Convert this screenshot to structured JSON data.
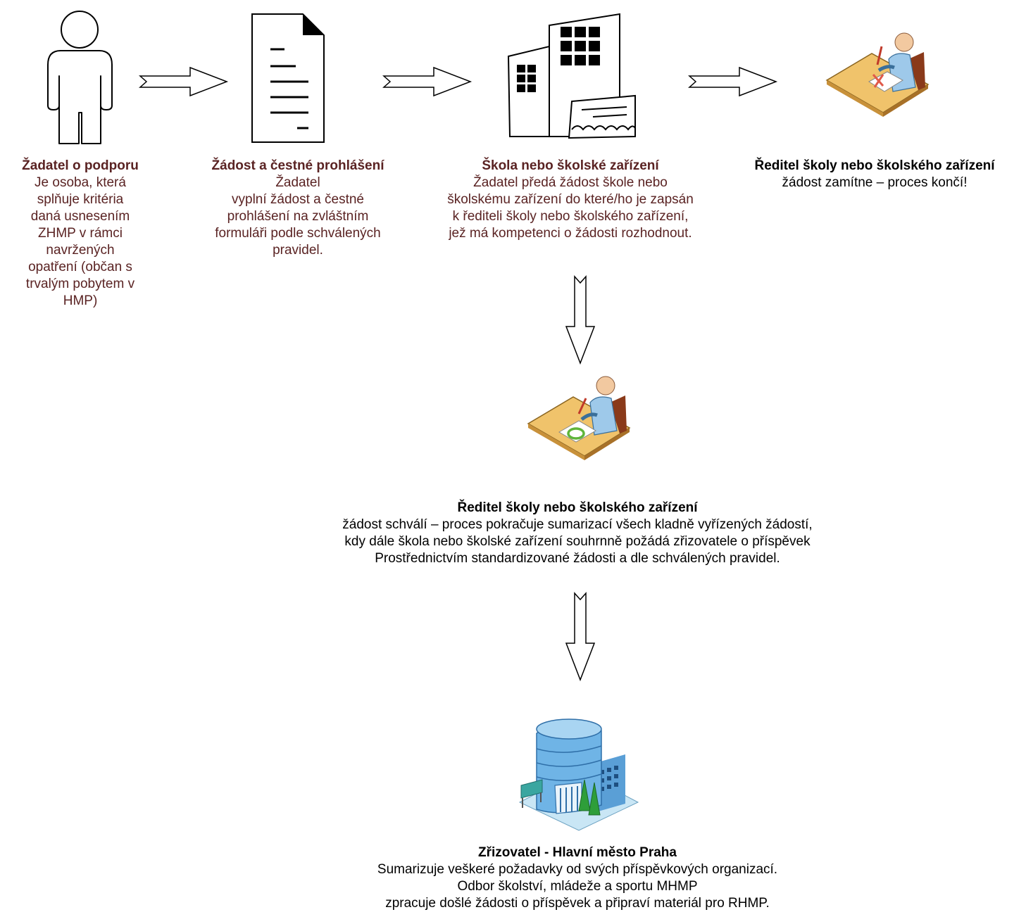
{
  "steps": [
    {
      "title": "Žadatel o podporu",
      "lines": [
        "Je osoba, která",
        "splňuje kritéria",
        "daná usnesením",
        "ZHMP v rámci",
        "navržených",
        "opatření (občan s",
        "trvalým pobytem v",
        "HMP)"
      ]
    },
    {
      "title": "Žádost a čestné prohlášení",
      "lines": [
        "Žadatel",
        "vyplní žádost a čestné",
        "prohlášení na zvláštním",
        "formuláři podle schválených",
        "pravidel."
      ]
    },
    {
      "title": "Škola nebo školské zařízení",
      "lines": [
        "Žadatel předá žádost škole nebo",
        "školskému zařízení do které/ho je zapsán",
        "k řediteli školy nebo školského zařízení,",
        "jež má kompetenci o žádosti rozhodnout."
      ]
    },
    {
      "title": "Ředitel školy nebo školského zařízení",
      "lines": [
        "žádost zamítne – proces končí!"
      ]
    },
    {
      "title": "Ředitel školy nebo školského zařízení",
      "lines": [
        "žádost schválí – proces pokračuje sumarizací  všech kladně vyřízených žádostí,",
        "kdy dále škola nebo školské zařízení  souhrnně požádá zřizovatele o příspěvek",
        "Prostřednictvím standardizované žádosti a dle schválených pravidel."
      ]
    },
    {
      "title": "Zřizovatel - Hlavní město Praha",
      "lines": [
        "Sumarizuje veškeré požadavky od svých příspěvkových organizací.",
        "Odbor školství, mládeže a sportu MHMP",
        "zpracuje došlé žádosti o příspěvek a připraví materiál pro RHMP."
      ]
    }
  ],
  "colors": {
    "maroon": "#5a2323",
    "desk": "#f0c36b",
    "shirt": "#9ec9ea",
    "skin": "#f2c9a0",
    "reject": "#e05a4a",
    "approve": "#5fb53a",
    "building": "#6fb4e6"
  },
  "icons": [
    "person-outline-icon",
    "document-icon",
    "school-building-icon",
    "director-reject-icon",
    "director-approve-icon",
    "city-hall-building-icon"
  ]
}
